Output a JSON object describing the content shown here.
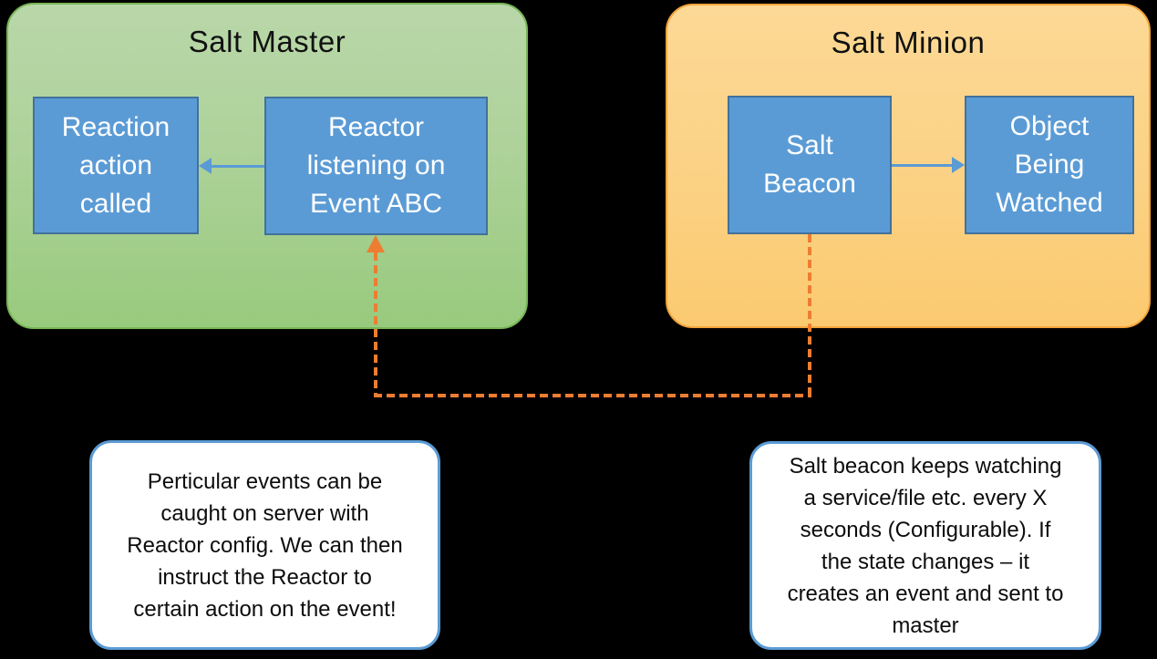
{
  "diagram": {
    "master": {
      "title": "Salt Master",
      "nodes": {
        "reaction": "Reaction\naction\ncalled",
        "reactor": "Reactor\nlistening on\nEvent ABC"
      }
    },
    "minion": {
      "title": "Salt Minion",
      "nodes": {
        "beacon": "Salt\nBeacon",
        "object": "Object\nBeing\nWatched"
      }
    },
    "callouts": {
      "reactor_note": "Perticular events can be\ncaught on server with\nReactor config. We can then\ninstruct the Reactor to\ncertain action on the event!",
      "beacon_note": "Salt beacon keeps watching\na service/file etc. every X\nseconds (Configurable). If\nthe state changes – it\ncreates an event and sent to\nmaster"
    },
    "colors": {
      "background": "#000000",
      "node_fill": "#5b9bd5",
      "node_border": "#41719c",
      "master_fill_top": "#b9d7a9",
      "master_fill_bottom": "#98ca7d",
      "master_border": "#77b556",
      "minion_fill_top": "#fcd996",
      "minion_fill_bottom": "#fbca70",
      "minion_border": "#f2a43a",
      "solid_connector": "#5b9bd5",
      "dashed_connector": "#ed7d31",
      "callout_border": "#5b9bd5",
      "callout_fill": "#ffffff"
    }
  }
}
